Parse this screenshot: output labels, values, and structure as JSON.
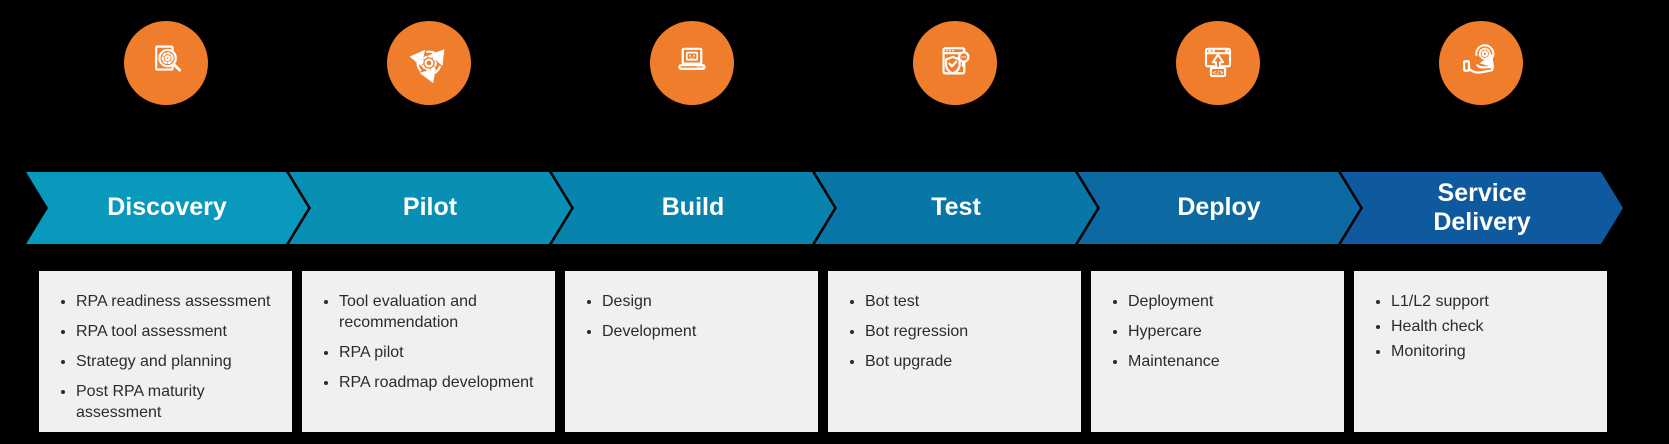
{
  "diagram": {
    "stages": [
      {
        "name": "Discovery",
        "icon": "document-search-icon",
        "banner_color": "#0999BC",
        "items": [
          "RPA readiness assessment",
          "RPA tool assessment",
          "Strategy and planning",
          "Post RPA maturity assessment"
        ]
      },
      {
        "name": "Pilot",
        "icon": "gear-cycle-icon",
        "banner_color": "#078FB4",
        "items": [
          "Tool evaluation and recommendation",
          "RPA pilot",
          "RPA roadmap development"
        ]
      },
      {
        "name": "Build",
        "icon": "laptop-bot-icon",
        "banner_color": "#0883AD",
        "items": [
          "Design",
          "Development"
        ]
      },
      {
        "name": "Test",
        "icon": "browser-shield-check-icon",
        "banner_color": "#0877A7",
        "items": [
          "Bot test",
          "Bot regression",
          "Bot upgrade"
        ]
      },
      {
        "name": "Deploy",
        "icon": "browser-upload-code-icon",
        "banner_color": "#0C69A1",
        "items": [
          "Deployment",
          "Hypercare",
          "Maintenance"
        ]
      },
      {
        "name": "Service Delivery",
        "icon": "hand-gear-icon",
        "banner_color": "#0F599E",
        "items": [
          "L1/L2 support",
          "Health check",
          "Monitoring"
        ]
      }
    ],
    "colors": {
      "background": "#000000",
      "icon_circle": "#EF7D2B",
      "banner_text": "#FFFFFF",
      "box_background": "#F0F0F0",
      "box_text": "#2B2B2B"
    }
  }
}
